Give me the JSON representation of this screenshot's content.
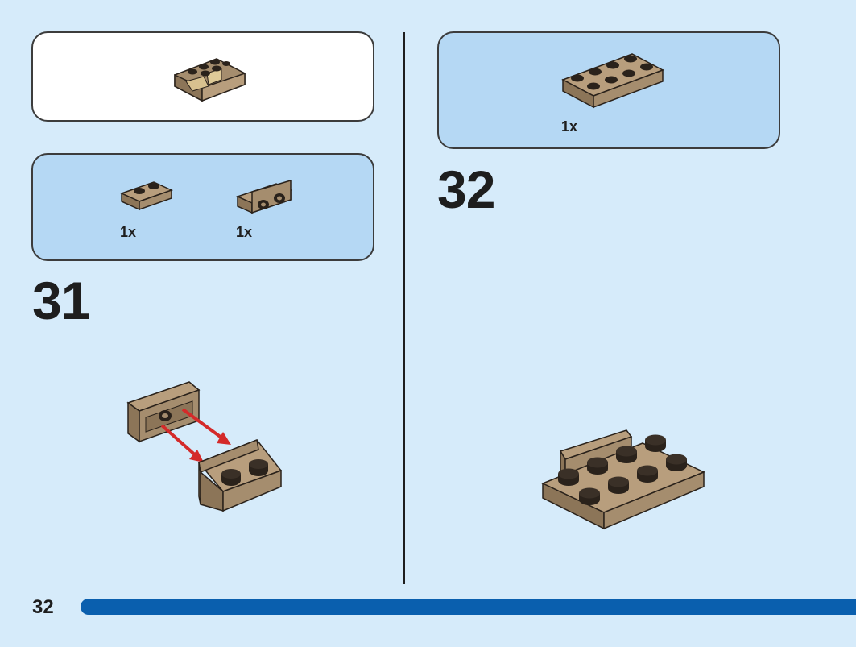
{
  "step31": {
    "number": "31",
    "parts": [
      {
        "qty": "1x",
        "icon": "plate-1x2-icon"
      },
      {
        "qty": "1x",
        "icon": "bracket-1x2-icon"
      }
    ]
  },
  "step32": {
    "number": "32",
    "parts": [
      {
        "qty": "1x",
        "icon": "plate-2x4-icon"
      }
    ]
  },
  "page_number": "32",
  "colors": {
    "page_bg": "#d6ebfa",
    "callout_bg": "#b5d8f4",
    "brick": "#a58d6e",
    "stud": "#2a221b",
    "arrow": "#d42a2a",
    "progress": "#0a5fae"
  }
}
